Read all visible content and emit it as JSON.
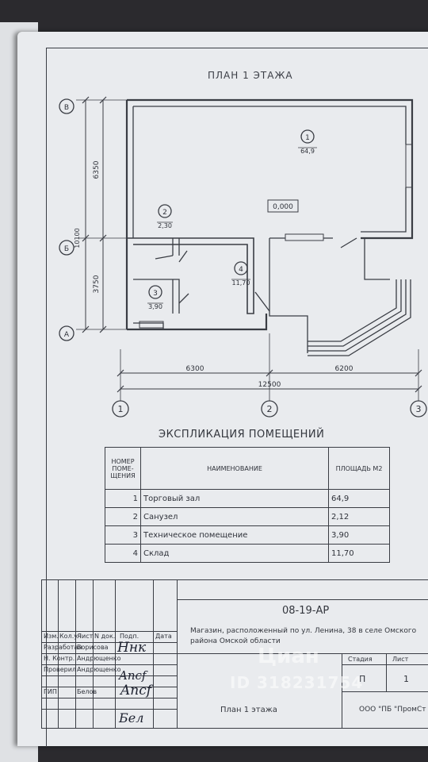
{
  "plan_title": "ПЛАН 1 ЭТАЖА",
  "axes": {
    "letters": [
      "В",
      "Б",
      "А"
    ],
    "numbers": [
      "1",
      "2",
      "3"
    ]
  },
  "dimensions": {
    "left_total": "10100",
    "left_upper": "6350",
    "left_lower": "3750",
    "bottom_left": "6300",
    "bottom_right": "6200",
    "bottom_total": "12500"
  },
  "rooms": [
    {
      "num": "1",
      "area": "64,9"
    },
    {
      "num": "2",
      "area": "2,30"
    },
    {
      "num": "3",
      "area": "3,90"
    },
    {
      "num": "4",
      "area": "11,70"
    }
  ],
  "level_mark": "0,000",
  "explication": {
    "title": "ЭКСПЛИКАЦИЯ ПОМЕЩЕНИЙ",
    "headers": {
      "num": "НОМЕР ПОМЕ- ЩЕНИЯ",
      "name": "НАИМЕНОВАНИЕ",
      "area": "ПЛОЩАДЬ М2"
    },
    "rows": [
      {
        "num": "1",
        "name": "Торговый зал",
        "area": "64,9"
      },
      {
        "num": "2",
        "name": "Санузел",
        "area": "2,12"
      },
      {
        "num": "3",
        "name": "Техническое помещение",
        "area": "3,90"
      },
      {
        "num": "4",
        "name": "Склад",
        "area": "11,70"
      }
    ]
  },
  "stamp": {
    "code": "08-19-АР",
    "description": "Магазин, расположенный по ул. Ленина, 38 в селе Омского района Омской области",
    "header_cells": [
      "Изм.",
      "Кол.уч",
      "Лист",
      "N док.",
      "Подп.",
      "Дата"
    ],
    "roles": [
      "Разработал",
      "Н. Контр.",
      "Проверил",
      "ГИП"
    ],
    "names": [
      "Борисова",
      "Андрющенко",
      "Андрющенко",
      "Белов"
    ],
    "stage_label": "Стадия",
    "sheet_label": "Лист",
    "stage_value": "П",
    "sheet_value": "1",
    "sheet_name": "План 1 этажа",
    "org": "ООО \"ПБ \"ПромСт"
  },
  "watermark": {
    "brand": "Циан",
    "id": "ID 318231754"
  }
}
